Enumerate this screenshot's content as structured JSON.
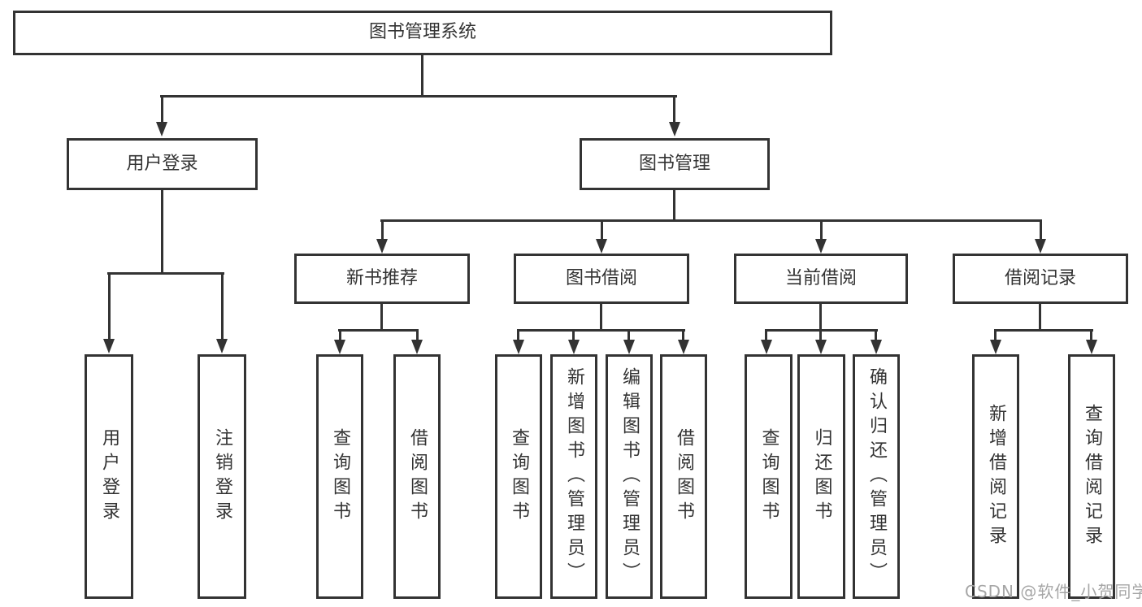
{
  "tree": {
    "root": {
      "label": "图书管理系统",
      "children": [
        {
          "label": "用户登录",
          "children": [
            {
              "label": "用户登录"
            },
            {
              "label": "注销登录"
            }
          ]
        },
        {
          "label": "图书管理",
          "children": [
            {
              "label": "新书推荐",
              "children": [
                {
                  "label": "查询图书"
                },
                {
                  "label": "借阅图书"
                }
              ]
            },
            {
              "label": "图书借阅",
              "children": [
                {
                  "label": "查询图书"
                },
                {
                  "label": "新增图书（管理员）"
                },
                {
                  "label": "编辑图书（管理员）"
                },
                {
                  "label": "借阅图书"
                }
              ]
            },
            {
              "label": "当前借阅",
              "children": [
                {
                  "label": "查询图书"
                },
                {
                  "label": "归还图书"
                },
                {
                  "label": "确认归还（管理员）"
                }
              ]
            },
            {
              "label": "借阅记录",
              "children": [
                {
                  "label": "新增借阅记录"
                },
                {
                  "label": "查询借阅记录"
                }
              ]
            }
          ]
        }
      ]
    }
  },
  "watermark": {
    "text": "CSDN @软件_小贺同学"
  },
  "colors": {
    "line": "#333333",
    "box_border": "#333333",
    "text": "#333333",
    "background": "#ffffff",
    "watermark": "#a6a6a6"
  }
}
